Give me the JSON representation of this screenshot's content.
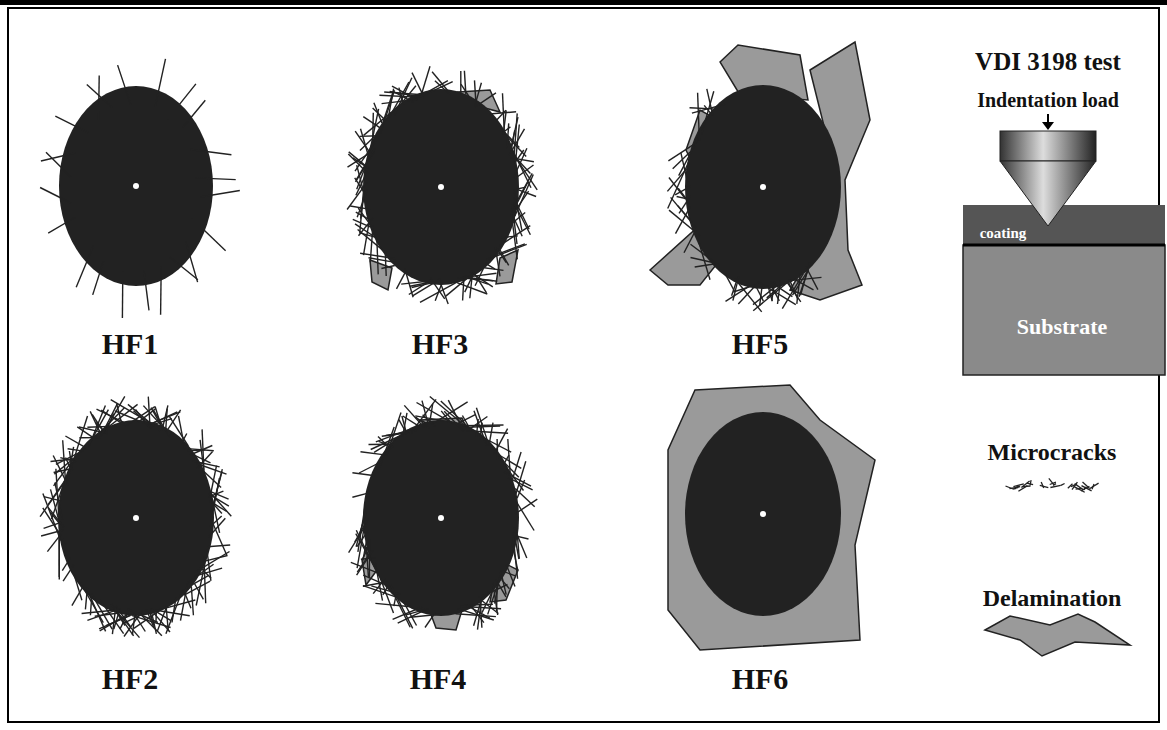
{
  "diagram": {
    "labels": [
      "HF1",
      "HF3",
      "HF5",
      "VDI 3198 test",
      "Indentation load",
      "coating",
      "Substrate",
      "HF2",
      "HF4",
      "HF6",
      "Microcracks",
      "Delamination"
    ]
  }
}
